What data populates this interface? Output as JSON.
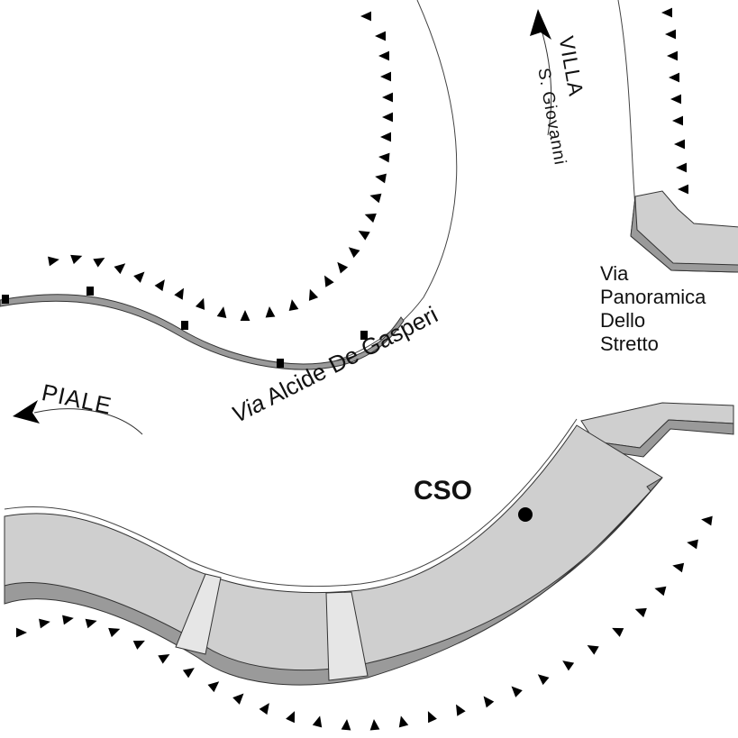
{
  "labels": {
    "piale": "PIALE",
    "via_prefix": "Via",
    "gasperi_name": "Alcide De Gasperi",
    "villa": "VILLA",
    "giovanni": "S. Giovanni",
    "panoramica_lines": [
      "Via",
      "Panoramica",
      "Dello",
      "Stretto"
    ],
    "cso": "CSO"
  },
  "colors": {
    "road_fill": "#cfcfcf",
    "road_side": "#9a9a9a",
    "crossing": "#e6e6e6",
    "ink": "#111111",
    "marker": "#000000"
  },
  "symbols": [
    "slope-hatch-triangle",
    "arrow-head",
    "location-dot"
  ]
}
